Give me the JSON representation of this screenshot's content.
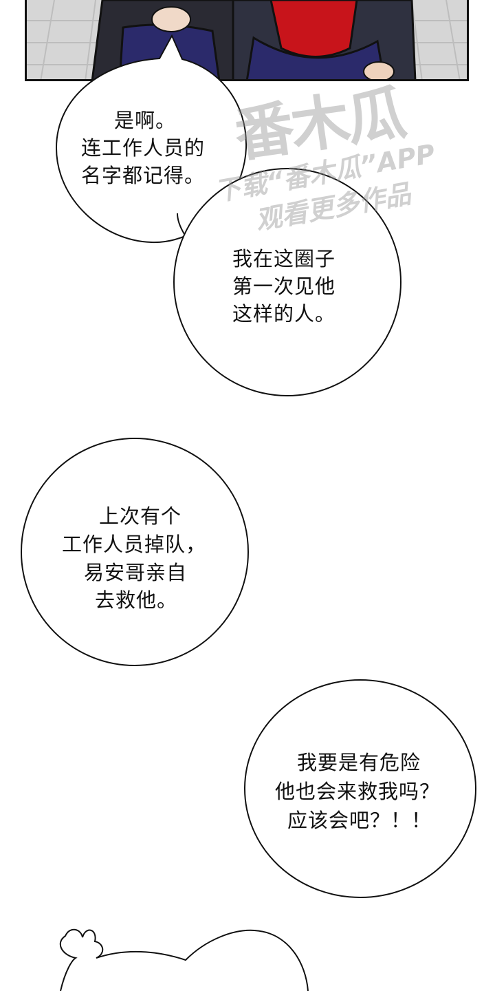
{
  "bubble_1": {
    "lines": [
      "是啊。",
      "连工作人员的",
      "名字都记得。"
    ]
  },
  "bubble_2": {
    "lines": [
      "我在这圈子",
      "第一次见他",
      "这样的人。"
    ]
  },
  "bubble_3": {
    "lines": [
      "上次有个",
      "工作人员掉队，",
      "易安哥亲自",
      "去救他。"
    ]
  },
  "bubble_4": {
    "lines": [
      "我要是有危险",
      "他也会来救我吗？",
      "应该会吧？！！"
    ]
  },
  "watermark": {
    "logo": "番木瓜",
    "line_1": "下载“番木瓜”APP",
    "line_2": "观看更多作品"
  },
  "colors": {
    "ink": "#111111",
    "panel_bg": "#d9d9d9",
    "jacket_red": "#c8141b",
    "pants_navy": "#2b2a6b"
  }
}
